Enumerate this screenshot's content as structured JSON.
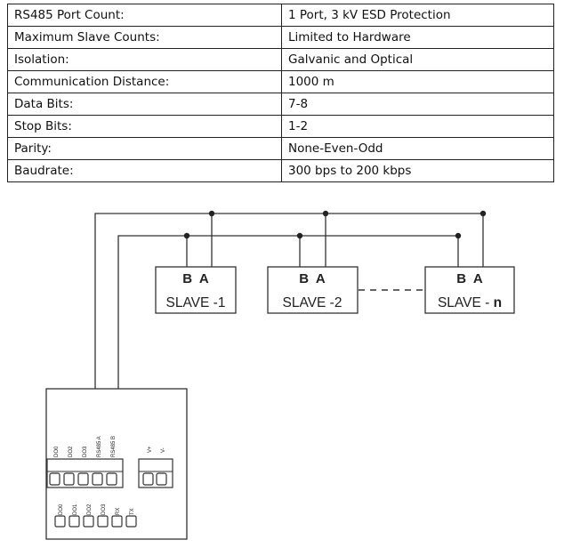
{
  "specs": [
    {
      "label": "RS485 Port Count:",
      "value": "1 Port, 3 kV ESD Protection"
    },
    {
      "label": "Maximum Slave Counts:",
      "value": "Limited to Hardware"
    },
    {
      "label": "Isolation:",
      "value": "Galvanic and Optical"
    },
    {
      "label": "Communication Distance:",
      "value": "1000 m"
    },
    {
      "label": "Data Bits:",
      "value": "7-8"
    },
    {
      "label": "Stop Bits:",
      "value": "1-2"
    },
    {
      "label": "Parity:",
      "value": "None-Even-Odd"
    },
    {
      "label": "Baudrate:",
      "value": "300 bps to 200 kbps"
    }
  ],
  "diagram": {
    "slaves": [
      {
        "pins": "B  A",
        "name": "SLAVE -1"
      },
      {
        "pins": "B  A",
        "name": "SLAVE -2"
      },
      {
        "pins": "B  A",
        "name_prefix": "SLAVE - ",
        "name_suffix": "n"
      }
    ],
    "top_pins": [
      "DO0",
      "DO2",
      "DO3",
      "RS485 A",
      "RS485 B"
    ],
    "power_pins": [
      "V+",
      "V-"
    ],
    "bottom_pins": [
      "DO0",
      "DO1",
      "DO2",
      "DO3",
      "RX",
      "TX"
    ]
  }
}
